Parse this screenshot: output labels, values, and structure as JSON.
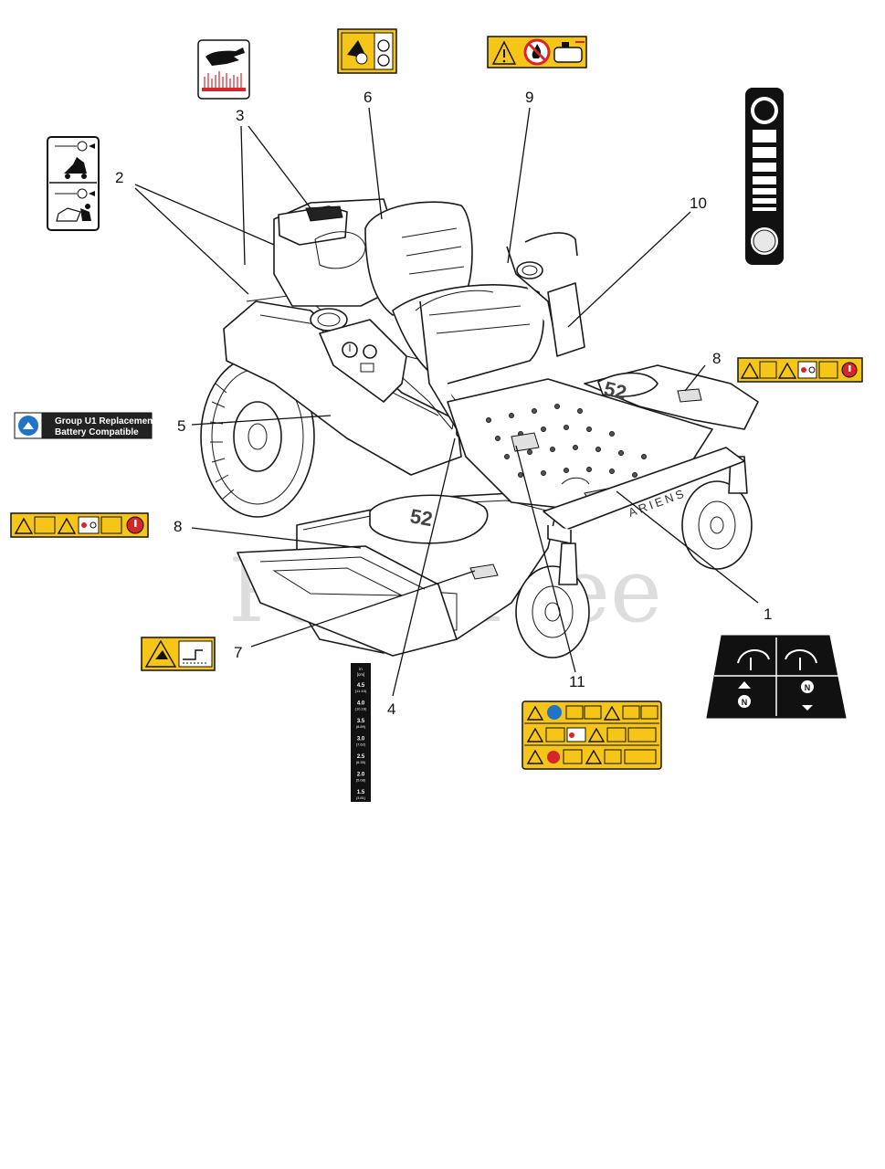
{
  "watermark": "PartsTree",
  "callouts": [
    {
      "id": "1",
      "label": "1"
    },
    {
      "id": "2",
      "label": "2"
    },
    {
      "id": "3",
      "label": "3"
    },
    {
      "id": "4",
      "label": "4"
    },
    {
      "id": "5",
      "label": "5"
    },
    {
      "id": "6",
      "label": "6"
    },
    {
      "id": "7",
      "label": "7"
    },
    {
      "id": "8a",
      "label": "8"
    },
    {
      "id": "8b",
      "label": "8"
    },
    {
      "id": "9",
      "label": "9"
    },
    {
      "id": "10",
      "label": "10"
    },
    {
      "id": "11",
      "label": "11"
    }
  ],
  "battery_decal": {
    "line1": "Group U1 Replacement",
    "line2": "Battery Compatible"
  },
  "deck_size_label": "52",
  "brand_label": "ARIENS",
  "height_decal": {
    "unit_top": "in",
    "unit_sub": "[cm]",
    "rows": [
      {
        "in": "4.5",
        "cm": "(11.43)"
      },
      {
        "in": "4.0",
        "cm": "(10.16)"
      },
      {
        "in": "3.5",
        "cm": "(8.89)"
      },
      {
        "in": "3.0",
        "cm": "(7.62)"
      },
      {
        "in": "2.5",
        "cm": "(6.35)"
      },
      {
        "in": "2.0",
        "cm": "(5.08)"
      },
      {
        "in": "1.5",
        "cm": "(3.81)"
      }
    ]
  },
  "colors": {
    "warning_yellow": "#f5c518",
    "decal_black": "#111111",
    "hot_red": "#d6262a",
    "info_blue": "#1f74c8"
  },
  "icons": [
    "hot-surface-hand-icon",
    "battery-manual-icon",
    "warning-triangle-icon",
    "no-flame-icon",
    "fuel-tank-icon",
    "throttle-hare-icon",
    "throttle-turtle-icon",
    "steering-arrow-icon",
    "neutral-n-icon"
  ]
}
